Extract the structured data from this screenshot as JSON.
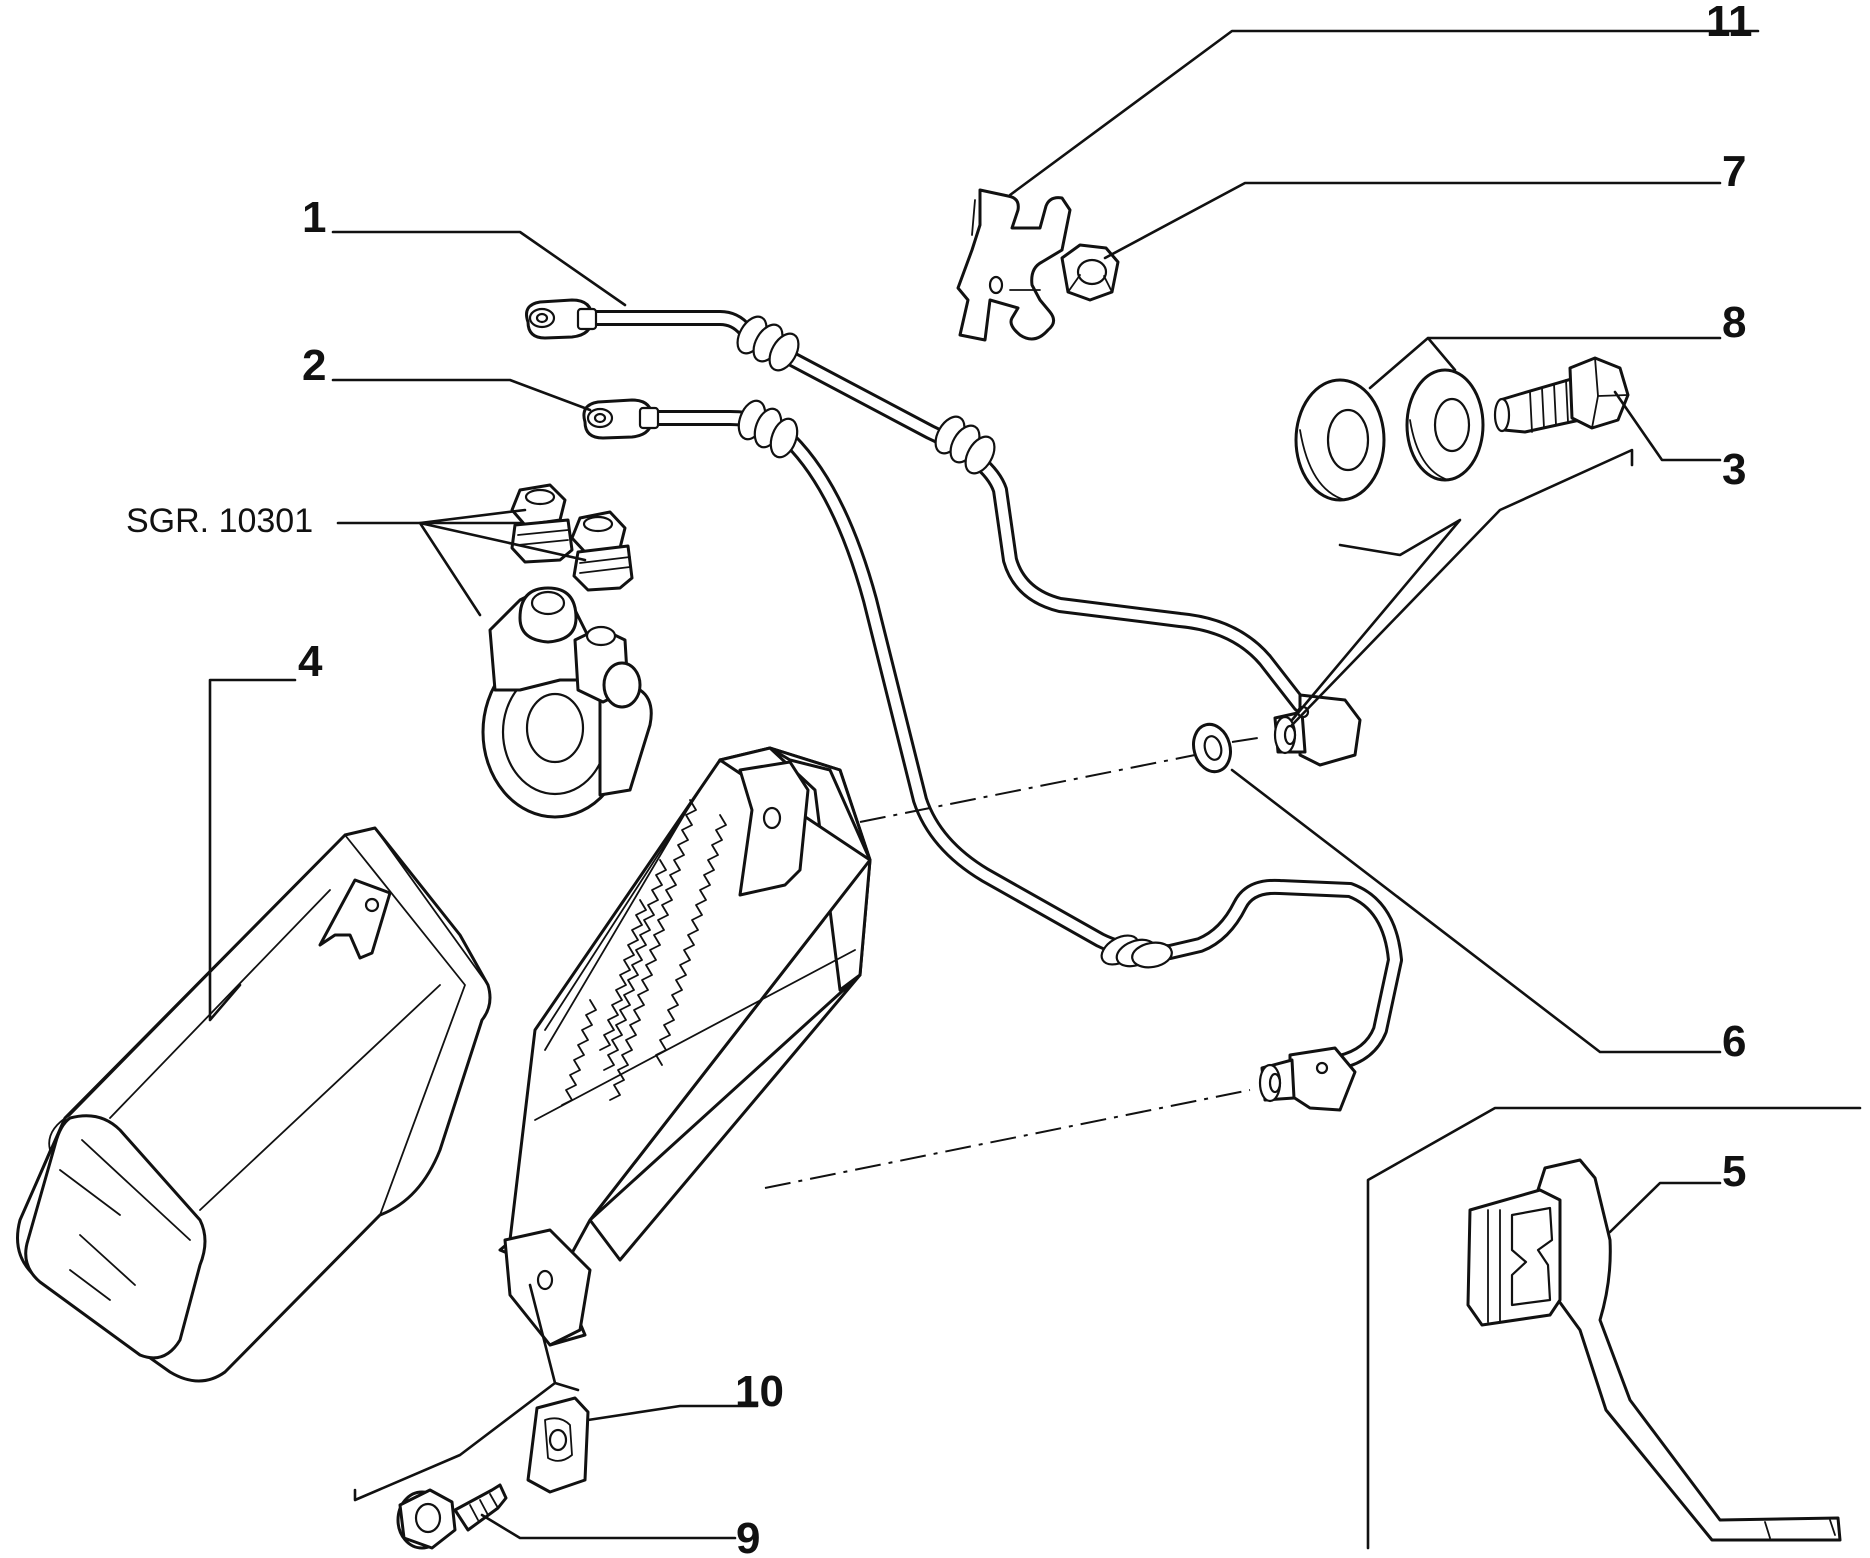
{
  "labels": {
    "p1": "1",
    "p2": "2",
    "p3": "3",
    "p4": "4",
    "p5": "5",
    "p6": "6",
    "p7": "7",
    "p8": "8",
    "p9": "9",
    "p10": "10",
    "p11": "11",
    "ref": "SGR. 10301"
  }
}
